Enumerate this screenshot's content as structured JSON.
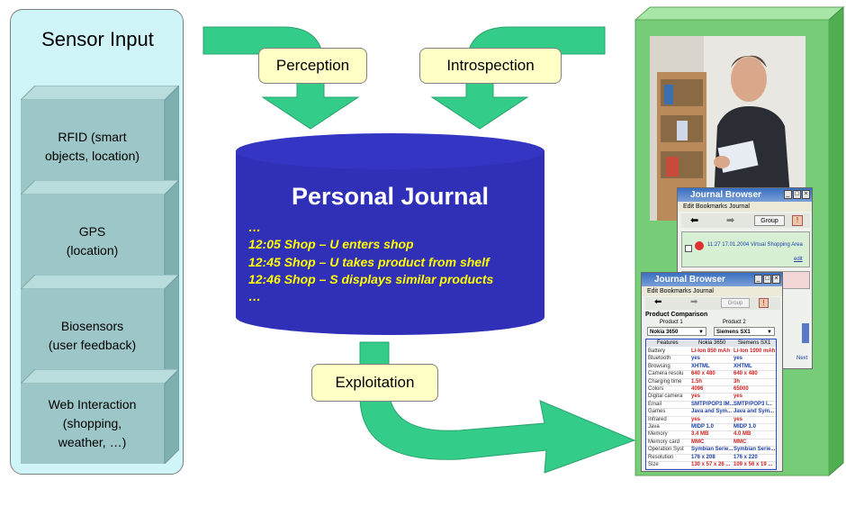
{
  "sensor_input": {
    "title": "Sensor Input",
    "items": [
      {
        "line1": "RFID (smart",
        "line2": "objects, location)"
      },
      {
        "line1": "GPS",
        "line2": "(location)"
      },
      {
        "line1": "Biosensors",
        "line2": "(user feedback)"
      },
      {
        "line1": "Web Interaction",
        "line2": "(shopping,",
        "line3": "weather, …)"
      }
    ]
  },
  "labels": {
    "perception": "Perception",
    "introspection": "Introspection",
    "exploitation": "Exploitation"
  },
  "journal": {
    "title": "Personal Journal",
    "entries": [
      "…",
      "12:05 Shop – U enters shop",
      "12:45 Shop – U takes product from shelf",
      "12:46 Shop – S displays similar products",
      "…"
    ]
  },
  "journal_browser_back": {
    "title": "Journal Browser",
    "menu": "Edit   Bookmarks   Journal",
    "group_button": "Group",
    "entry": "11:27 17.01.2004 Virtual Shopping Area",
    "edit_link": "edit",
    "side_text": "Next"
  },
  "journal_browser_front": {
    "title": "Journal Browser",
    "menu": "Edit   Bookmarks   Journal",
    "group_button": "Group",
    "section_title": "Product Comparison",
    "product1_label": "Product 1",
    "product2_label": "Product 2",
    "product1_value": "Nokia 3650",
    "product2_value": "Siemens SX1",
    "table_headers": [
      "Features",
      "Nokia 3650",
      "Siemens SX1"
    ],
    "table_rows": [
      [
        "Battery",
        "Li-Ion 850 mAh",
        "Li-Ion 1000 mAh"
      ],
      [
        "Bluetooth",
        "yes",
        "yes"
      ],
      [
        "Browsing",
        "XHTML",
        "XHTML"
      ],
      [
        "Camera resolu",
        "640 x 480",
        "640 x 480"
      ],
      [
        "Charging time",
        "1.5h",
        "3h"
      ],
      [
        "Colors",
        "4096",
        "65000"
      ],
      [
        "Digital camera",
        "yes",
        "yes"
      ],
      [
        "Email",
        "SMTP/POP3 IM...",
        "SMTP/POP3 I..."
      ],
      [
        "Games",
        "Java and Sym...",
        "Java and Sym..."
      ],
      [
        "Infrared",
        "yes",
        "yes"
      ],
      [
        "Java",
        "MIDP 1.0",
        "MIDP 1.0"
      ],
      [
        "Memory",
        "3.4 MB",
        "4.0 MB"
      ],
      [
        "Memory card",
        "MMC",
        "MMC"
      ],
      [
        "Operation Syst",
        "Symbian Serie...",
        "Symbian Serie..."
      ],
      [
        "Resolution",
        "176 x 208",
        "176 x 220"
      ],
      [
        "Size",
        "130 x 57 x 26 ...",
        "109 x 56 x 19 ..."
      ]
    ]
  },
  "colors": {
    "cylinder": "#2f2fb8",
    "arrow": "#33cc88",
    "label_fill": "#ffffc6",
    "sensor_panel": "#cff5f8",
    "sensor_box": "#9cc6c7",
    "output_panel": "#77cc77"
  }
}
